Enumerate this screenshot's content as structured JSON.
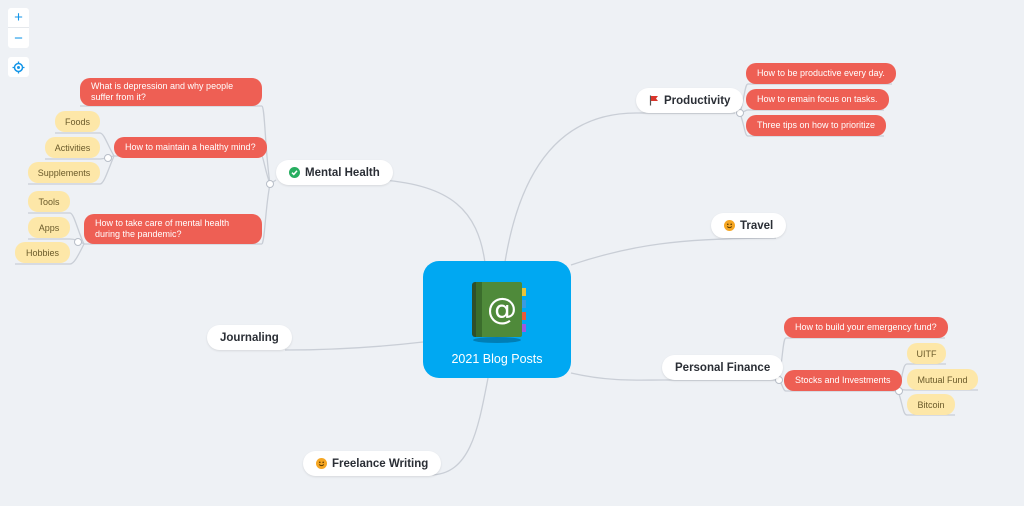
{
  "controls": {
    "zoom_in": "+",
    "zoom_out": "−"
  },
  "central": {
    "title": "2021 Blog Posts",
    "icon_symbol": "@",
    "color": "#00a8f2"
  },
  "topics": {
    "mental_health": {
      "label": "Mental Health",
      "icon": "check-circle-icon",
      "subtopics": {
        "depression": "What is depression and why people suffer from it?",
        "healthy_mind": {
          "label": "How to maintain a healthy mind?",
          "items": [
            "Foods",
            "Activities",
            "Supplements"
          ]
        },
        "pandemic": {
          "label": "How to take care of mental health during the pandemic?",
          "items": [
            "Tools",
            "Apps",
            "Hobbies"
          ]
        }
      }
    },
    "journaling": {
      "label": "Journaling"
    },
    "freelance": {
      "label": "Freelance Writing",
      "icon": "smiley-icon"
    },
    "productivity": {
      "label": "Productivity",
      "icon": "flag-icon",
      "subtopics": [
        "How to be productive every day.",
        "How to remain focus on tasks.",
        "Three tips on how to prioritize"
      ]
    },
    "travel": {
      "label": "Travel",
      "icon": "smiley-icon"
    },
    "personal_finance": {
      "label": "Personal Finance",
      "subtopics": {
        "emergency_fund": "How to build your emergency fund?",
        "stocks": {
          "label": "Stocks and Investments",
          "items": [
            "UITF",
            "Mutual Fund",
            "Bitcoin"
          ]
        }
      }
    }
  },
  "colors": {
    "background": "#eef1f5",
    "subtopic_red": "#ee5f54",
    "leaf_yellow": "#fde7a8",
    "connector": "#c9ced6",
    "accent_blue": "#1596e8"
  }
}
